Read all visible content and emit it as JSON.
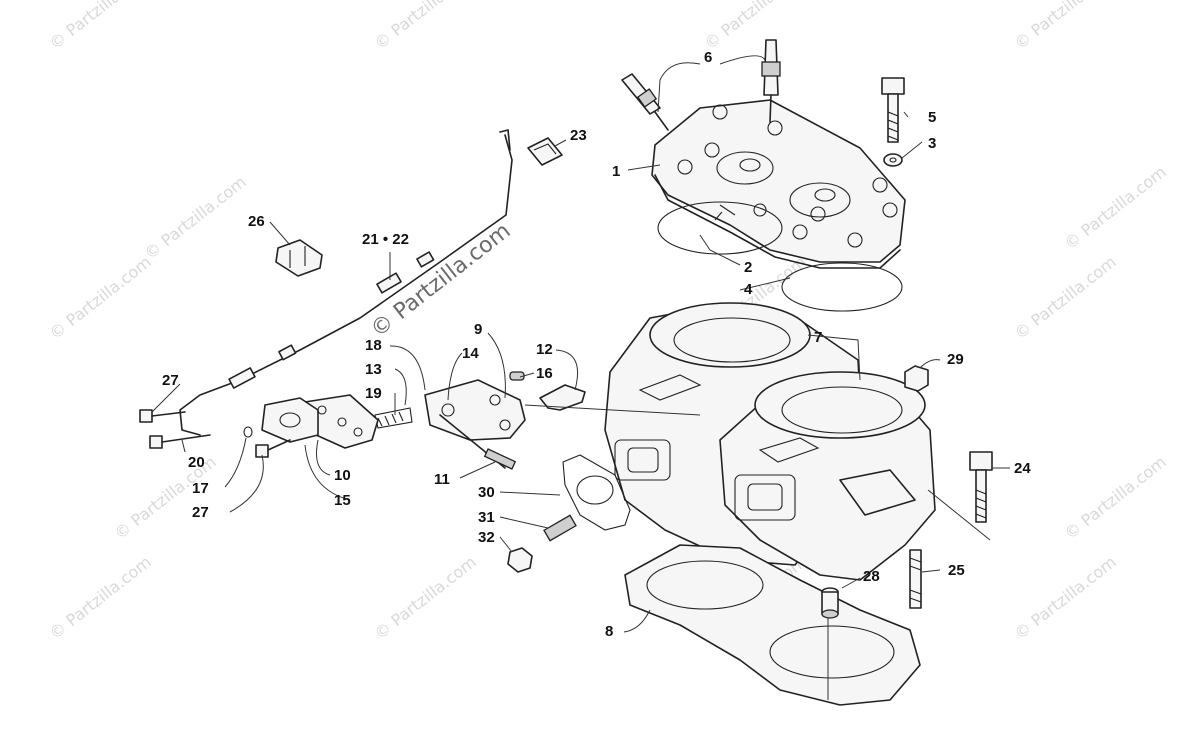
{
  "watermark": {
    "small": "© Partzilla.com",
    "large": "© Partzilla.com"
  },
  "callouts": [
    {
      "key": "c1",
      "label": "1"
    },
    {
      "key": "c2",
      "label": "2"
    },
    {
      "key": "c3",
      "label": "3"
    },
    {
      "key": "c4",
      "label": "4"
    },
    {
      "key": "c5",
      "label": "5"
    },
    {
      "key": "c6",
      "label": "6"
    },
    {
      "key": "c7",
      "label": "7"
    },
    {
      "key": "c8",
      "label": "8"
    },
    {
      "key": "c9",
      "label": "9"
    },
    {
      "key": "c10",
      "label": "10"
    },
    {
      "key": "c11",
      "label": "11"
    },
    {
      "key": "c12",
      "label": "12"
    },
    {
      "key": "c13",
      "label": "13"
    },
    {
      "key": "c14",
      "label": "14"
    },
    {
      "key": "c15",
      "label": "15"
    },
    {
      "key": "c16",
      "label": "16"
    },
    {
      "key": "c17",
      "label": "17"
    },
    {
      "key": "c18",
      "label": "18"
    },
    {
      "key": "c19",
      "label": "19"
    },
    {
      "key": "c20",
      "label": "20"
    },
    {
      "key": "c2122",
      "label": "21 • 22"
    },
    {
      "key": "c23",
      "label": "23"
    },
    {
      "key": "c24",
      "label": "24"
    },
    {
      "key": "c25",
      "label": "25"
    },
    {
      "key": "c26",
      "label": "26"
    },
    {
      "key": "c27a",
      "label": "27"
    },
    {
      "key": "c27b",
      "label": "27"
    },
    {
      "key": "c28",
      "label": "28"
    },
    {
      "key": "c29",
      "label": "29"
    },
    {
      "key": "c30",
      "label": "30"
    },
    {
      "key": "c31",
      "label": "31"
    },
    {
      "key": "c32",
      "label": "32"
    }
  ]
}
